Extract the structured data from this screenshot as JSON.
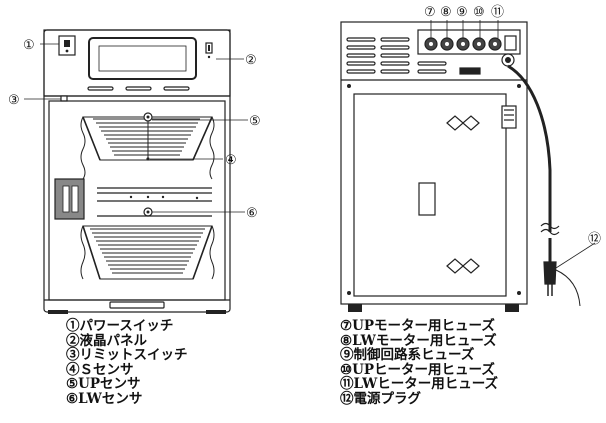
{
  "callouts": {
    "c1": "①",
    "c2": "②",
    "c3": "③",
    "c4": "④",
    "c5": "⑤",
    "c6": "⑥",
    "c7": "⑦",
    "c8": "⑧",
    "c9": "⑨",
    "c10": "⑩",
    "c11": "⑪",
    "c12": "⑫"
  },
  "front_legend": [
    "①パワースイッチ",
    "②液晶パネル",
    "③リミットスイッチ",
    "④Ｓセンサ",
    "⑤UPセンサ",
    "⑥LWセンサ"
  ],
  "rear_legend": [
    "⑦UPモーター用ヒューズ",
    "⑧LWモーター用ヒューズ",
    "⑨制御回路系ヒューズ",
    "⑩UPヒーター用ヒューズ",
    "⑪LWヒーター用ヒューズ",
    "⑫電源プラグ"
  ]
}
